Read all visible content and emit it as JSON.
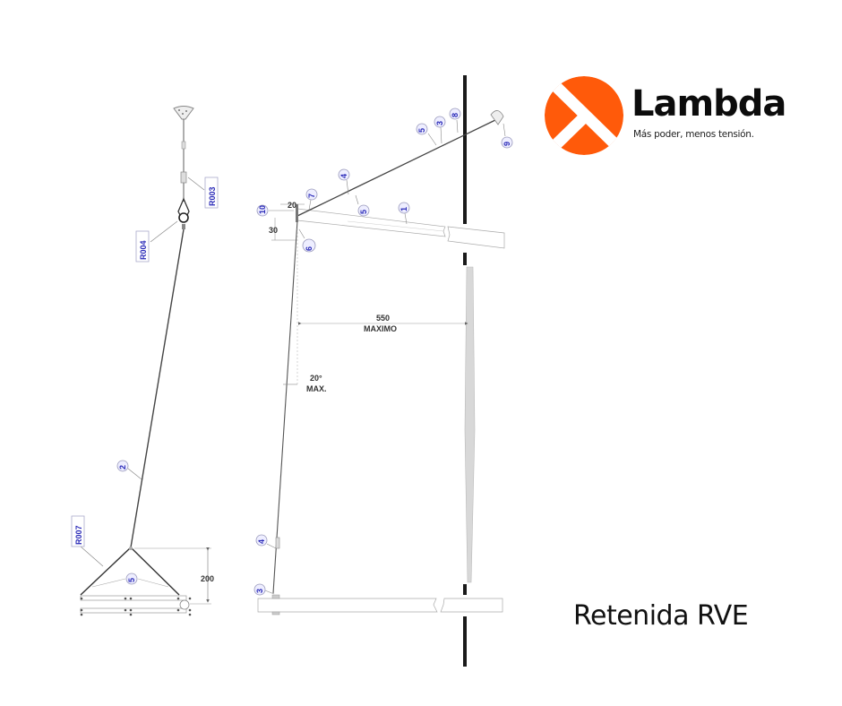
{
  "brand": {
    "name": "Lambda",
    "tagline": "Más poder, menos tensión.",
    "accent_color": "#ff5a0a"
  },
  "caption": "Retenida RVE",
  "diagram": {
    "left_view": {
      "labels": [
        "R003",
        "R004",
        "R007"
      ],
      "callouts": [
        "2",
        "5"
      ],
      "dimension_vertical": "200"
    },
    "right_view": {
      "callouts": [
        "1",
        "3",
        "4",
        "5",
        "6",
        "7",
        "8",
        "9",
        "10",
        "4",
        "3",
        "5"
      ],
      "dim_top": "20",
      "dim_side": "30",
      "span_value": "550",
      "span_label": "MAXIMO",
      "angle_value": "20°",
      "angle_label": "MAX."
    }
  }
}
